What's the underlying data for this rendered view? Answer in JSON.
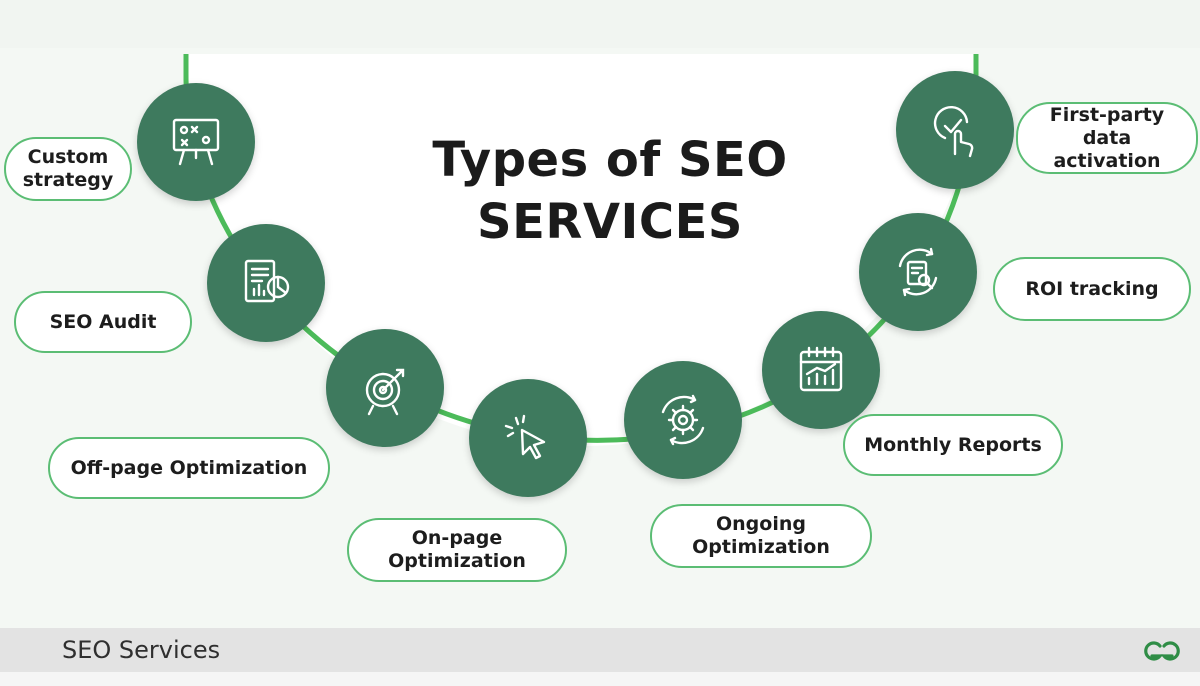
{
  "title": {
    "line1": "Types of SEO",
    "line2": "SERVICES"
  },
  "colors": {
    "node": "#3e7a5e",
    "arc": "#4cbb5a",
    "pill_border": "#5bbd74",
    "footer_bg": "#e3e3e3",
    "logo": "#2f8d46"
  },
  "services": [
    {
      "label": "Custom\nstrategy",
      "icon": "strategy-board-icon"
    },
    {
      "label": "SEO Audit",
      "icon": "audit-report-icon"
    },
    {
      "label": "Off-page Optimization",
      "icon": "target-arrow-icon"
    },
    {
      "label": "On-page\nOptimization",
      "icon": "cursor-click-icon"
    },
    {
      "label": "Ongoing\nOptimization",
      "icon": "gear-cycle-icon"
    },
    {
      "label": "Monthly Reports",
      "icon": "calendar-chart-icon"
    },
    {
      "label": "ROI tracking",
      "icon": "document-search-icon"
    },
    {
      "label": "First-party\ndata activation",
      "icon": "touch-check-icon"
    }
  ],
  "footer": {
    "label": "SEO Services",
    "logo": "geeksforgeeks-logo"
  }
}
